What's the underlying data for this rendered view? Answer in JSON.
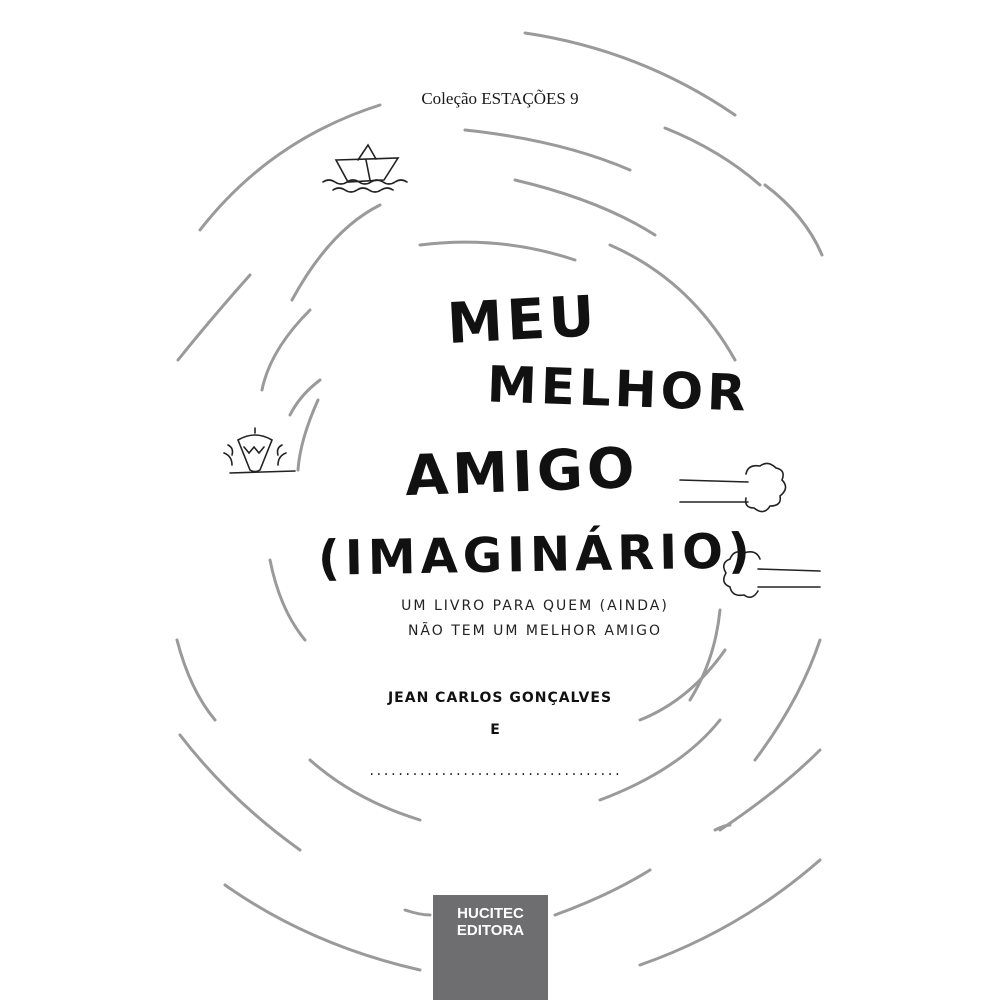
{
  "cover": {
    "series": "Coleção ESTAÇÕES 9",
    "title_line1": "MEU",
    "title_line2": "MELHOR",
    "title_line3": "AMIGO",
    "title_line4": "(IMAGINÁRIO)",
    "subtitle_line1": "UM LIVRO PARA QUEM (AINDA)",
    "subtitle_line2": "NÃO TEM UM MELHOR AMIGO",
    "author": "JEAN CARLOS GONÇALVES",
    "conjunction": "E",
    "blank_line": "...................................",
    "publisher_line1": "HUCITEC",
    "publisher_line2": "EDITORA"
  },
  "icons": [
    "paper-boat-icon",
    "shipwreck-icon",
    "wind-cloud-icon"
  ],
  "colors": {
    "background": "#ffffff",
    "swirl": "#9a9a9a",
    "ink": "#111111",
    "publisher_box": "#6e6e70"
  }
}
